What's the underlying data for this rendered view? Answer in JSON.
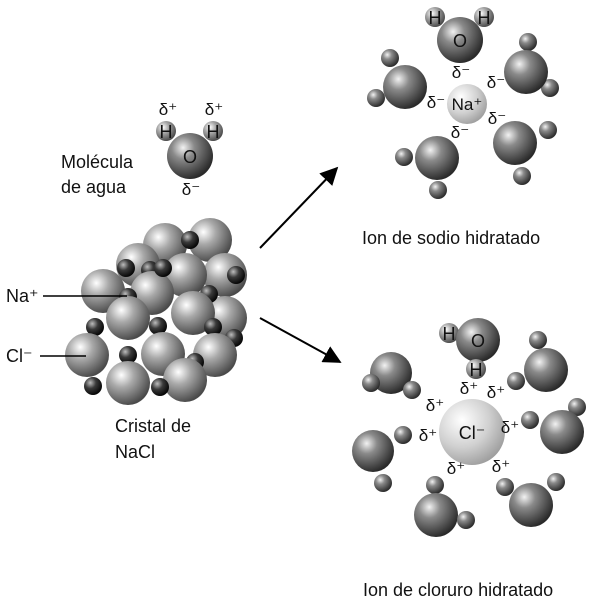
{
  "water_molecule": {
    "caption_line1": "Molécula",
    "caption_line2": "de agua",
    "oxygen": "O",
    "hydrogen": "H",
    "delta_plus": "δ⁺",
    "delta_minus": "δ⁻"
  },
  "crystal": {
    "caption_line1": "Cristal de",
    "caption_line2": "NaCl",
    "label_na": "Na⁺",
    "label_cl": "Cl⁻"
  },
  "sodium_panel": {
    "ion": "Na⁺",
    "caption": "Ion de sodio hidratado",
    "delta_minus": "δ⁻",
    "oxygen": "O",
    "hydrogen": "H"
  },
  "chloride_panel": {
    "ion": "Cl⁻",
    "caption": "Ion de cloruro hidratado",
    "delta_plus": "δ⁺",
    "oxygen": "O",
    "hydrogen": "H"
  }
}
